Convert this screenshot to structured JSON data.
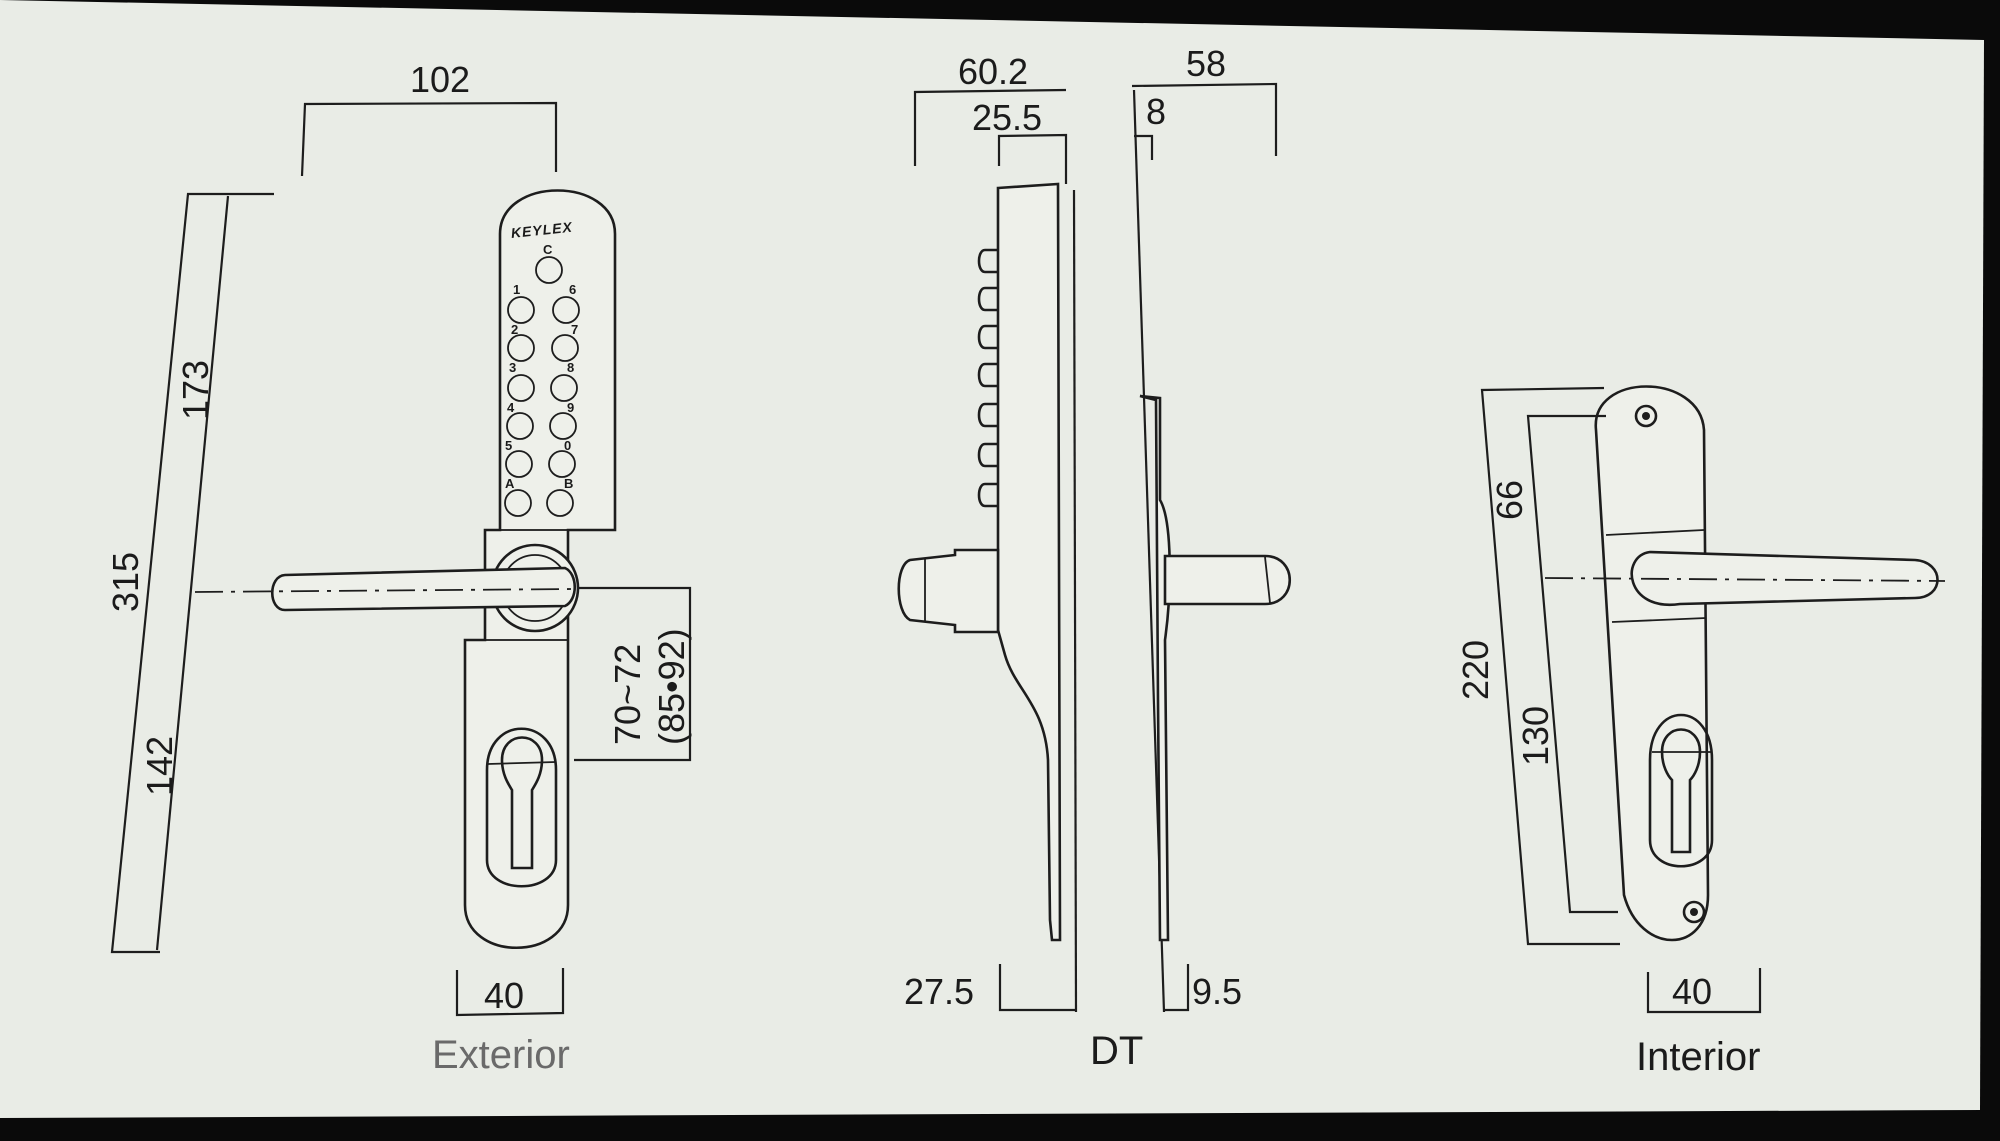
{
  "brand": "KEYLEX",
  "colors": {
    "paper": "#e9ece6",
    "ink": "#1d1d1d",
    "background": "#0a0a0a",
    "exterior_caption": "#6a6a6a"
  },
  "exterior": {
    "caption": "Exterior",
    "dims": {
      "width_top": "102",
      "total_height": "315",
      "upper": "173",
      "lower": "142",
      "spacing": "70~72",
      "spacing_alt": "(85•92)",
      "plate_width": "40"
    },
    "keypad": {
      "clear": "C",
      "left": [
        "1",
        "2",
        "3",
        "4",
        "5",
        "A"
      ],
      "right": [
        "6",
        "7",
        "8",
        "9",
        "0",
        "B"
      ]
    }
  },
  "side": {
    "caption": "DT",
    "dims": {
      "left_total": "60.2",
      "left_body": "25.5",
      "right_total": "58",
      "right_plate": "8",
      "bottom_left": "27.5",
      "bottom_right": "9.5"
    }
  },
  "interior": {
    "caption": "Interior",
    "dims": {
      "total_height": "220",
      "upper": "66",
      "lower": "130",
      "plate_width": "40"
    }
  }
}
